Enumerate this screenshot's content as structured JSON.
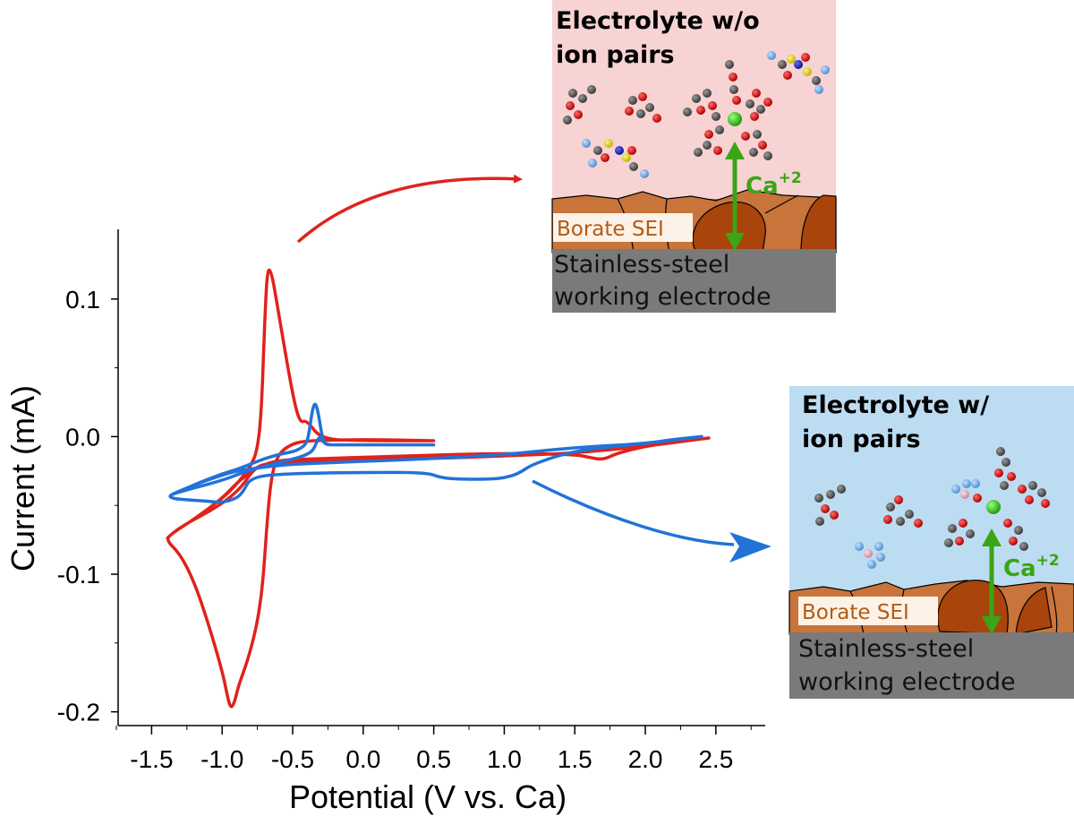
{
  "chart_data": {
    "type": "line",
    "xlabel": "Potential (V vs. Ca)",
    "ylabel": "Current (mA)",
    "xlim": [
      -1.75,
      2.85
    ],
    "ylim": [
      -0.21,
      0.15
    ],
    "xticks": [
      -1.5,
      -1.0,
      -0.5,
      0.0,
      0.5,
      1.0,
      1.5,
      2.0,
      2.5
    ],
    "xtick_labels": [
      "-1.5",
      "-1.0",
      "-0.5",
      "0.0",
      "0.5",
      "1.0",
      "1.5",
      "2.0",
      "2.5"
    ],
    "yticks": [
      -0.2,
      -0.1,
      0.0,
      0.1
    ],
    "ytick_labels": [
      "-0.2",
      "-0.1",
      "0.0",
      "0.1"
    ],
    "grid": false,
    "series": [
      {
        "color": "#e0221b",
        "x": [
          0.5,
          0.0,
          -0.4,
          -0.5,
          -0.6,
          -0.65,
          -0.68,
          -0.7,
          -0.72,
          -0.76,
          -0.82,
          -0.88,
          -0.9,
          -0.92,
          -0.94,
          -0.96,
          -1.0,
          -1.1,
          -1.2,
          -1.3,
          -1.4,
          -1.35,
          -1.25,
          -1.1,
          -0.95,
          -0.85,
          -0.8,
          -0.75,
          -0.6,
          -0.3,
          0.3,
          1.0,
          1.5,
          1.6,
          1.7,
          1.8,
          2.0,
          2.2,
          2.45,
          2.45,
          2.3,
          2.0,
          1.5,
          1.0,
          0.5,
          0.0,
          -0.5,
          -0.7,
          -0.75,
          -0.8,
          -0.9,
          -1.0,
          -1.2,
          -1.35,
          -1.4,
          -1.35,
          -1.2,
          -1.0,
          -0.9,
          -0.8,
          -0.75,
          -0.72,
          -0.7,
          -0.68,
          -0.65,
          -0.6,
          -0.5,
          -0.45,
          -0.4,
          -0.3,
          0.0,
          0.5
        ],
        "y": [
          -0.003,
          -0.002,
          -0.003,
          -0.005,
          -0.012,
          -0.028,
          -0.06,
          -0.09,
          -0.115,
          -0.14,
          -0.163,
          -0.18,
          -0.188,
          -0.195,
          -0.197,
          -0.19,
          -0.17,
          -0.135,
          -0.105,
          -0.085,
          -0.075,
          -0.07,
          -0.063,
          -0.055,
          -0.045,
          -0.035,
          -0.027,
          -0.022,
          -0.017,
          -0.016,
          -0.014,
          -0.012,
          -0.013,
          -0.015,
          -0.017,
          -0.012,
          -0.007,
          -0.004,
          -0.001,
          -0.001,
          -0.003,
          -0.007,
          -0.012,
          -0.014,
          -0.016,
          -0.016,
          -0.018,
          -0.02,
          -0.022,
          -0.026,
          -0.034,
          -0.045,
          -0.06,
          -0.07,
          -0.075,
          -0.07,
          -0.06,
          -0.045,
          -0.035,
          -0.022,
          -0.01,
          0.02,
          0.08,
          0.122,
          0.12,
          0.09,
          0.03,
          0.01,
          0.012,
          -0.002,
          -0.003,
          -0.003
        ]
      },
      {
        "color": "#2272d8",
        "x": [
          0.5,
          0.0,
          -0.2,
          -0.25,
          -0.28,
          -0.3,
          -0.32,
          -0.34,
          -0.36,
          -0.38,
          -0.4,
          -0.45,
          -0.5,
          -0.6,
          -0.7,
          -0.8,
          -0.9,
          -1.0,
          -1.1,
          -1.2,
          -1.3,
          -1.38,
          -1.35,
          -1.25,
          -1.1,
          -1.0,
          -0.9,
          -0.85,
          -0.8,
          -0.6,
          0.0,
          0.45,
          0.55,
          0.7,
          0.9,
          1.0,
          1.1,
          1.2,
          1.5,
          2.0,
          2.4,
          2.4,
          2.2,
          2.0,
          1.5,
          1.2,
          1.1,
          1.0,
          0.5,
          0.0,
          -0.5,
          -0.7,
          -0.9,
          -1.0,
          -1.2,
          -1.38,
          -1.3,
          -1.0,
          -0.8,
          -0.6,
          -0.45,
          -0.38,
          -0.35,
          -0.33,
          -0.31,
          -0.29,
          -0.27,
          -0.25,
          -0.2,
          0.0,
          0.5
        ],
        "y": [
          -0.006,
          -0.006,
          -0.006,
          -0.006,
          -0.004,
          0.005,
          0.018,
          0.025,
          0.02,
          0.005,
          -0.005,
          -0.009,
          -0.011,
          -0.013,
          -0.016,
          -0.02,
          -0.024,
          -0.027,
          -0.031,
          -0.035,
          -0.04,
          -0.043,
          -0.045,
          -0.046,
          -0.047,
          -0.048,
          -0.045,
          -0.04,
          -0.03,
          -0.027,
          -0.026,
          -0.026,
          -0.03,
          -0.031,
          -0.031,
          -0.03,
          -0.027,
          -0.02,
          -0.01,
          -0.005,
          0.0,
          0.0,
          -0.002,
          -0.005,
          -0.008,
          -0.011,
          -0.012,
          -0.013,
          -0.016,
          -0.018,
          -0.02,
          -0.022,
          -0.025,
          -0.028,
          -0.035,
          -0.043,
          -0.04,
          -0.032,
          -0.024,
          -0.019,
          -0.015,
          -0.012,
          -0.009,
          -0.004,
          0.0,
          -0.003,
          -0.005,
          -0.006,
          -0.006,
          -0.006,
          -0.006
        ]
      }
    ]
  },
  "insets": {
    "top": {
      "title_line1": "Electrolyte w/o",
      "title_line2": "ion pairs",
      "ion": "Ca",
      "ion_charge": "+2",
      "sei_label": "Borate SEI",
      "electrode_line1": "Stainless-steel",
      "electrode_line2": "working electrode",
      "bg_color": "#f7d3d3"
    },
    "bottom": {
      "title_line1": "Electrolyte w/",
      "title_line2": "ion pairs",
      "ion": "Ca",
      "ion_charge": "+2",
      "sei_label": "Borate SEI",
      "electrode_line1": "Stainless-steel",
      "electrode_line2": "working electrode",
      "bg_color": "#bcdcf1"
    }
  },
  "colors": {
    "red_curve": "#e0221b",
    "blue_curve": "#2272d8",
    "sei": "#c8743a",
    "sei_dark": "#a8440c",
    "electrode": "#7a7a7a",
    "ion": "#3aa515"
  }
}
